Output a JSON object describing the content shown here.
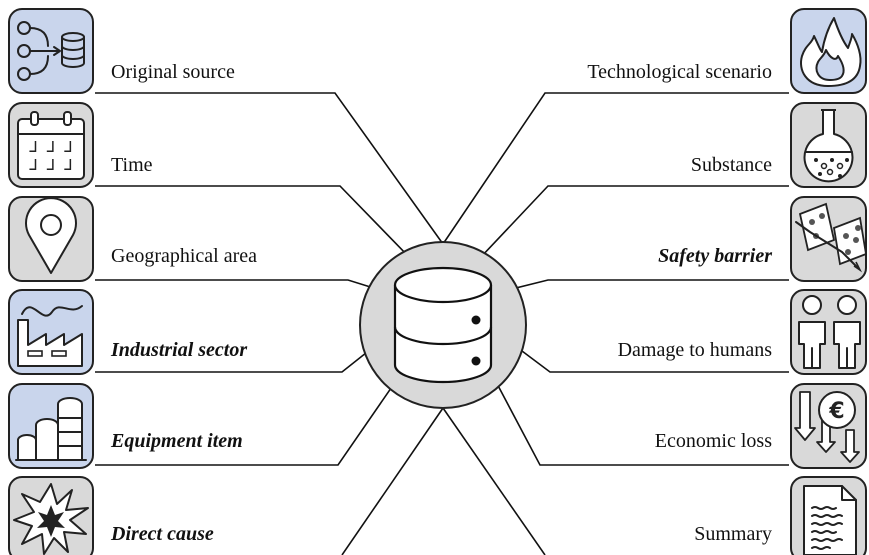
{
  "diagram": {
    "center": {
      "icon": "database-icon"
    },
    "left": [
      {
        "label": "Original source",
        "icon": "data-flow-database-icon",
        "emphasized": false,
        "highlighted": true
      },
      {
        "label": "Time",
        "icon": "calendar-icon",
        "emphasized": false,
        "highlighted": false
      },
      {
        "label": "Geographical area",
        "icon": "map-pin-icon",
        "emphasized": false,
        "highlighted": false
      },
      {
        "label": "Industrial sector",
        "icon": "factory-icon",
        "emphasized": true,
        "highlighted": true
      },
      {
        "label": "Equipment item",
        "icon": "storage-tanks-icon",
        "emphasized": true,
        "highlighted": true
      },
      {
        "label": "Direct cause",
        "icon": "explosion-icon",
        "emphasized": true,
        "highlighted": false
      }
    ],
    "right": [
      {
        "label": "Technological scenario",
        "icon": "fire-icon",
        "emphasized": false,
        "highlighted": true
      },
      {
        "label": "Substance",
        "icon": "flask-icon",
        "emphasized": false,
        "highlighted": false
      },
      {
        "label": "Safety barrier",
        "icon": "swiss-cheese-icon",
        "emphasized": true,
        "highlighted": false
      },
      {
        "label": "Damage to humans",
        "icon": "people-icon",
        "emphasized": false,
        "highlighted": false
      },
      {
        "label": "Economic loss",
        "icon": "euro-loss-icon",
        "emphasized": false,
        "highlighted": false
      },
      {
        "label": "Summary",
        "icon": "document-icon",
        "emphasized": false,
        "highlighted": false
      }
    ],
    "colors": {
      "highlight_fill": "#c9d5ec",
      "neutral_fill": "#d9d9d9",
      "line": "#111111"
    }
  }
}
